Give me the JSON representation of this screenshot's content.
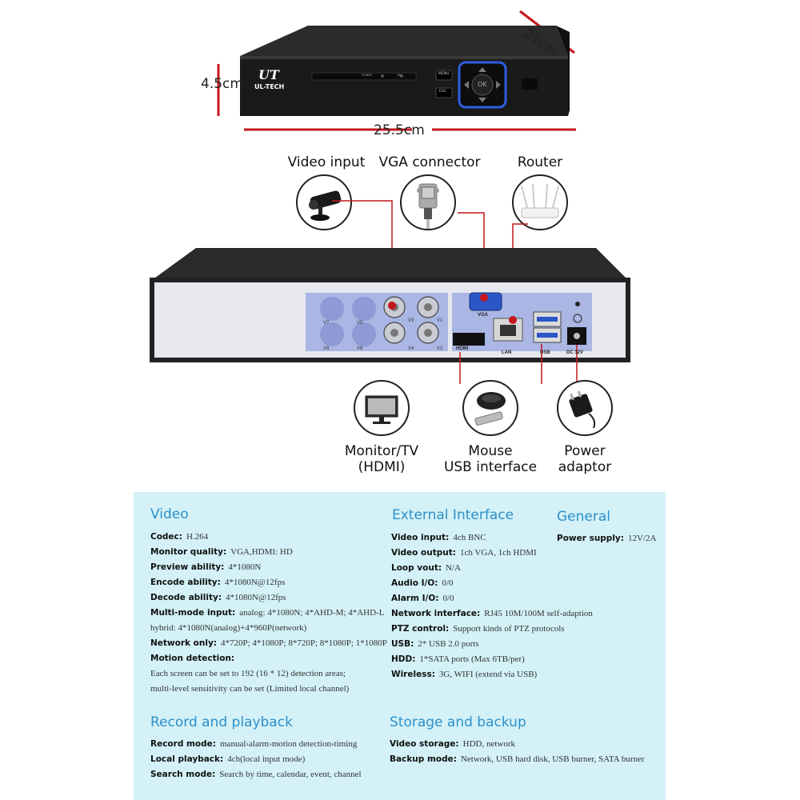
{
  "brand": {
    "logo_text": "UL-TECH",
    "logo_mark": "UT"
  },
  "front_panel": {
    "power_label": "POWER",
    "hdd_label": "HD",
    "menu_label": "MENU",
    "esc_label": "ESC",
    "ok_label": "OK"
  },
  "dimensions": {
    "height": "4.5cm",
    "width": "25.5cm",
    "depth": "21cm"
  },
  "back_panel": {
    "bnc_labels": [
      "V7",
      "V5",
      "V3",
      "V1",
      "V8",
      "V6",
      "V4",
      "V2"
    ],
    "vga_label": "VGA",
    "hdmi_label": "HDMI",
    "lan_label": "LAN",
    "usb_label": "USB",
    "dc_label": "DC 12V"
  },
  "callouts": {
    "video_input": "Video input",
    "vga_connector": "VGA connector",
    "router": "Router",
    "monitor_line1": "Monitor/TV",
    "monitor_line2": "(HDMI)",
    "mouse_line1": "Mouse",
    "mouse_line2": "USB interface",
    "power_line1": "Power",
    "power_line2": "adaptor"
  },
  "specs": {
    "video": {
      "title": "Video",
      "rows": [
        {
          "label": "Codec:",
          "value": "H.264"
        },
        {
          "label": "Monitor quality:",
          "value": "VGA,HDMI: HD"
        },
        {
          "label": "Preview ability:",
          "value": "4*1080N"
        },
        {
          "label": "Encode ability:",
          "value": "4*1080N@12fps"
        },
        {
          "label": "Decode ability:",
          "value": "4*1080N@12fps"
        },
        {
          "label": "Multi-mode input:",
          "value": "analog: 4*1080N; 4*AHD-M; 4*AHD-L"
        }
      ],
      "multi_mode_cont": "hybrid: 4*1080N(analog)+4*960P(network)",
      "network_only_label": "Network only:",
      "network_only_value": "4*720P; 4*1080P; 8*720P; 8*1080P; 1*1080P",
      "motion_label": "Motion detection:",
      "motion_line1": "Each screen can be set to 192 (16 * 12) detection areas;",
      "motion_line2": "multi-level sensitivity can be set (Limited local channel)"
    },
    "external": {
      "title": "External Interface",
      "rows": [
        {
          "label": "Video input:",
          "value": "4ch BNC"
        },
        {
          "label": "Video output:",
          "value": "1ch VGA, 1ch HDMI"
        },
        {
          "label": "Loop vout:",
          "value": "N/A"
        },
        {
          "label": "Audio I/O:",
          "value": "0/0"
        },
        {
          "label": "Alarm I/O:",
          "value": "0/0"
        },
        {
          "label": "Network interface:",
          "value": "RJ45 10M/100M self-adaption"
        },
        {
          "label": "PTZ control:",
          "value": "Support kinds of PTZ protocols"
        },
        {
          "label": "USB:",
          "value": "2* USB 2.0 ports"
        },
        {
          "label": "HDD:",
          "value": "1*SATA ports (Max 6TB/per)"
        },
        {
          "label": "Wireless:",
          "value": "3G, WIFI (extend via USB)"
        }
      ]
    },
    "general": {
      "title": "General",
      "rows": [
        {
          "label": "Power supply:",
          "value": "12V/2A"
        }
      ]
    },
    "record": {
      "title": "Record and playback",
      "rows": [
        {
          "label": "Record mode:",
          "value": "manual›alarm›motion detection›timing"
        },
        {
          "label": "Local playback:",
          "value": "4ch(local input mode)"
        },
        {
          "label": "Search mode:",
          "value": "Search by time, calendar, event, channel"
        }
      ]
    },
    "storage": {
      "title": "Storage and backup",
      "rows": [
        {
          "label": "Video storage:",
          "value": "HDD, network"
        },
        {
          "label": "Backup mode:",
          "value": "Network, USB hard disk, USB burner, SATA burner"
        }
      ]
    }
  },
  "colors": {
    "accent_red": "#c4161c",
    "title_blue": "#2d8fc9",
    "panel_bg": "#d3f1f7",
    "ok_blue": "#2d5fe0"
  }
}
